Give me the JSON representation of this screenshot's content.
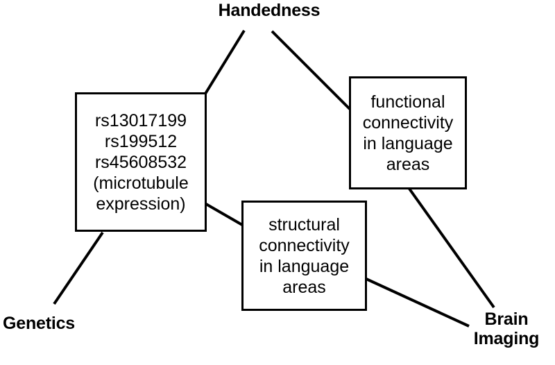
{
  "diagram": {
    "type": "concept-diagram",
    "background_color": "#ffffff",
    "line_color": "#000000",
    "text_color": "#000000",
    "domain_labels": {
      "top": "Handedness",
      "bottom_left": "Genetics",
      "bottom_right": "Brain\nImaging"
    },
    "boxes": [
      {
        "id": "genetic-markers",
        "text": "rs13017199\nrs199512\nrs45608532\n(microtubule\nexpression)"
      },
      {
        "id": "functional-connectivity",
        "text": "functional\nconnectivity\nin language\nareas"
      },
      {
        "id": "structural-connectivity",
        "text": "structural\nconnectivity\nin language\nareas"
      }
    ],
    "edges": [
      {
        "id": "handedness-to-genetic-markers",
        "from": "Handedness",
        "to": "genetic-markers"
      },
      {
        "id": "handedness-to-functional-connectivity",
        "from": "Handedness",
        "to": "functional-connectivity"
      },
      {
        "id": "genetic-markers-to-genetics",
        "from": "genetic-markers",
        "to": "Genetics"
      },
      {
        "id": "genetic-markers-to-structural-connectivity",
        "from": "genetic-markers",
        "to": "structural-connectivity"
      },
      {
        "id": "functional-connectivity-to-brain-imaging",
        "from": "functional-connectivity",
        "to": "Brain Imaging"
      },
      {
        "id": "structural-connectivity-to-brain-imaging",
        "from": "structural-connectivity",
        "to": "Brain Imaging"
      }
    ]
  }
}
